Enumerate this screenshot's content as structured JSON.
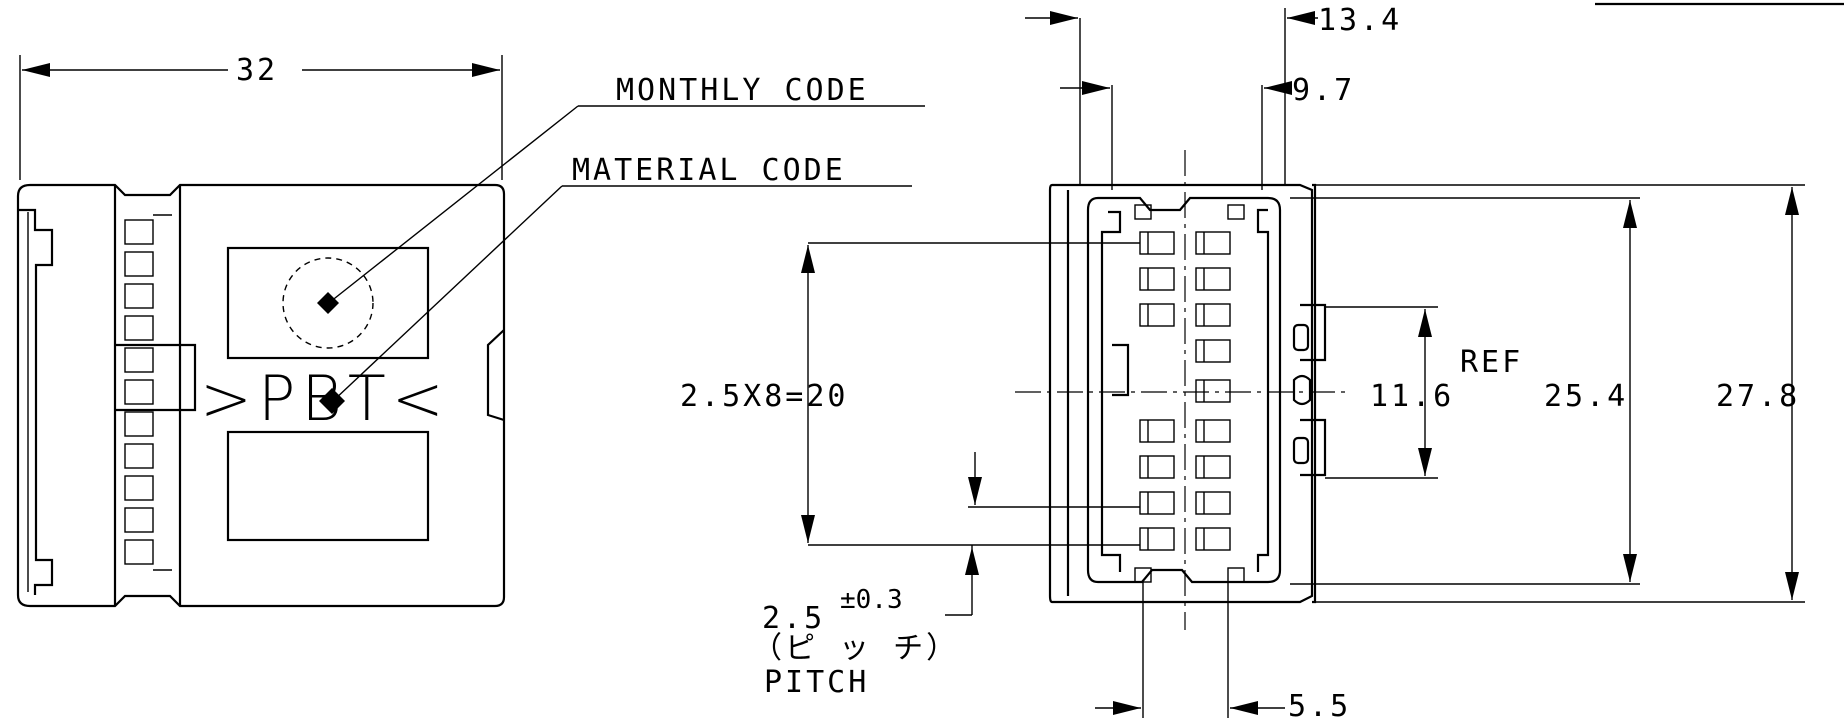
{
  "dimensions": {
    "width_total": "32",
    "pitch_top": "13.4",
    "pitch_top_inner": "9.7",
    "span": "2.5X8=20",
    "ref_value": "11.6",
    "ref_label": "REF",
    "inner_height": "25.4",
    "outer_height": "27.8",
    "pitch_value": "2.5",
    "pitch_tolerance": "±0.3",
    "pitch_jp": "（ピ ッ チ）",
    "pitch_en": "PITCH",
    "bottom_pitch": "5.5"
  },
  "callouts": {
    "monthly_code": "MONTHLY CODE",
    "material_code": "MATERIAL CODE"
  },
  "marking": {
    "material": ">PBT<"
  }
}
